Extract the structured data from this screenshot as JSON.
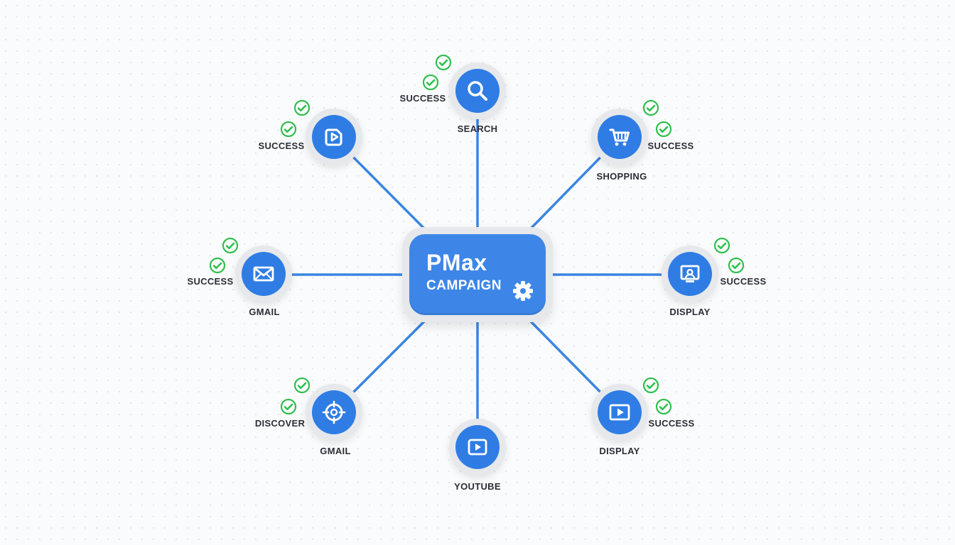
{
  "hub": {
    "title": "PMax",
    "subtitle": "CAMPAIGN",
    "icon": "gear-icon"
  },
  "colors": {
    "accent": "#2f7de4",
    "line": "#3a85e0",
    "check": "#2fbf4f",
    "label": "#2b2f36"
  },
  "nodes": [
    {
      "id": "search",
      "channel": "SEARCH",
      "status": "SUCCESS",
      "icon": "search-icon"
    },
    {
      "id": "video-nw",
      "channel": "",
      "status": "SUCCESS",
      "icon": "video-icon"
    },
    {
      "id": "shopping",
      "channel": "SHOPPING",
      "status": "SUCCESS",
      "icon": "shopping-cart-icon"
    },
    {
      "id": "gmail",
      "channel": "GMAIL",
      "status": "SUCCESS",
      "icon": "mail-icon"
    },
    {
      "id": "display-e",
      "channel": "DISPLAY",
      "status": "SUCCESS",
      "icon": "monitor-icon"
    },
    {
      "id": "discover",
      "channel": "GMAIL",
      "status": "DISCOVER",
      "icon": "target-icon"
    },
    {
      "id": "youtube",
      "channel": "YOUTUBE",
      "status": "",
      "icon": "youtube-icon"
    },
    {
      "id": "display-se",
      "channel": "DISPLAY",
      "status": "SUCCESS",
      "icon": "play-icon"
    }
  ]
}
